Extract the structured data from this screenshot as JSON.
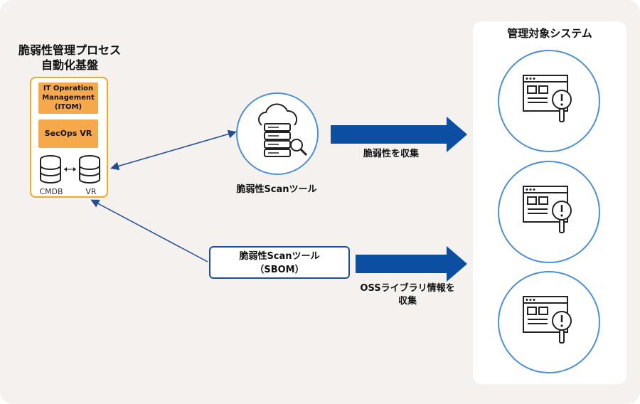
{
  "platform": {
    "title_line1": "脆弱性管理プロセス",
    "title_line2": "自動化基盤",
    "itom_line1": "IT Operation",
    "itom_line2": "Management",
    "itom_line3": "(ITOM)",
    "secops": "SecOps VR",
    "db_left": "CMDB",
    "db_right": "VR"
  },
  "scan_tool": {
    "label": "脆弱性Scanツール",
    "collect": "脆弱性を収集"
  },
  "sbom_tool": {
    "line1": "脆弱性Scanツール",
    "line2": "（SBOM）",
    "collect_line1": "OSSライブラリ情報を",
    "collect_line2": "収集"
  },
  "targets": {
    "title": "管理対象システム",
    "count": 3
  },
  "colors": {
    "orange": "#f5a94a",
    "orange_border": "#f5a623",
    "blue_arrow": "#0b4ea2",
    "circle_border": "#4a90d9",
    "background": "#f4f1ee"
  },
  "icons": [
    "server-cloud-search-icon",
    "database-icon",
    "browser-alert-icon"
  ]
}
